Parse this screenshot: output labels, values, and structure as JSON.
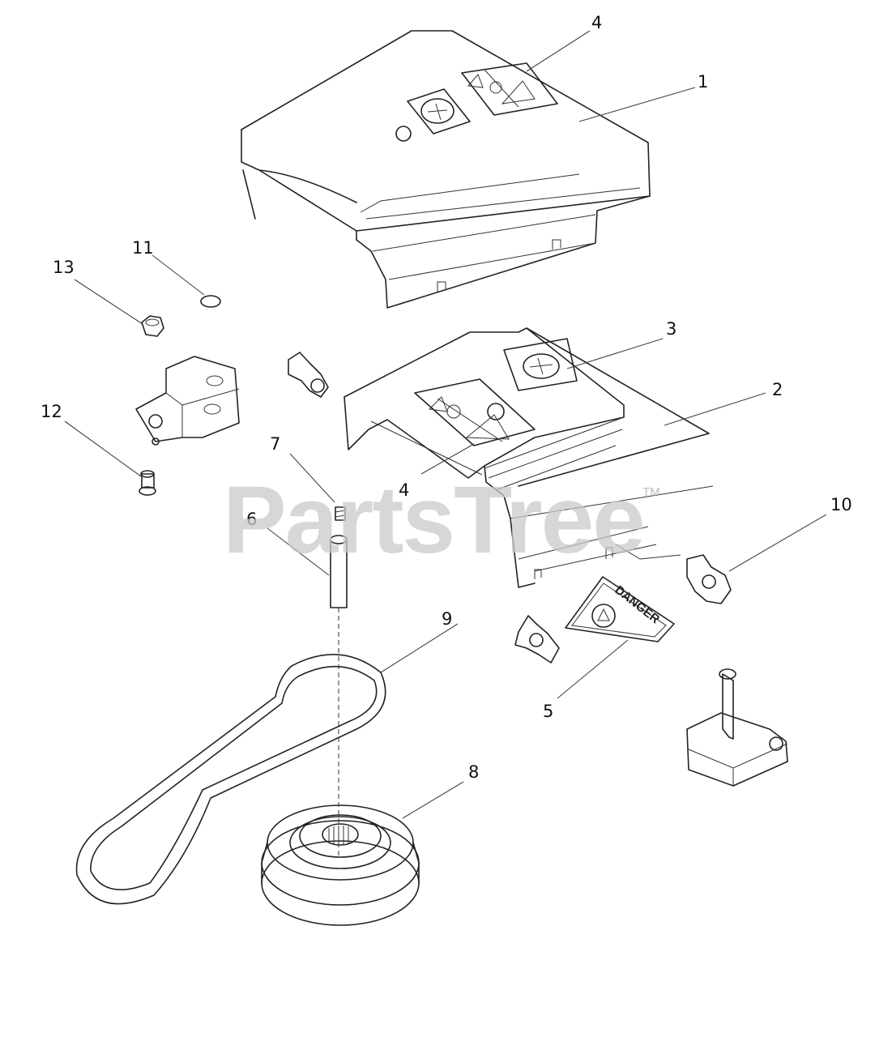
{
  "watermark": {
    "text": "PartsTree",
    "tm": "TM"
  },
  "decal_text": "DANGER",
  "callouts": [
    {
      "id": "c1",
      "label": "1"
    },
    {
      "id": "c2",
      "label": "2"
    },
    {
      "id": "c3",
      "label": "3"
    },
    {
      "id": "c4a",
      "label": "4"
    },
    {
      "id": "c4b",
      "label": "4"
    },
    {
      "id": "c5",
      "label": "5"
    },
    {
      "id": "c6",
      "label": "6"
    },
    {
      "id": "c7",
      "label": "7"
    },
    {
      "id": "c8",
      "label": "8"
    },
    {
      "id": "c9",
      "label": "9"
    },
    {
      "id": "c10",
      "label": "10"
    },
    {
      "id": "c11",
      "label": "11"
    },
    {
      "id": "c12",
      "label": "12"
    },
    {
      "id": "c13",
      "label": "13"
    }
  ]
}
